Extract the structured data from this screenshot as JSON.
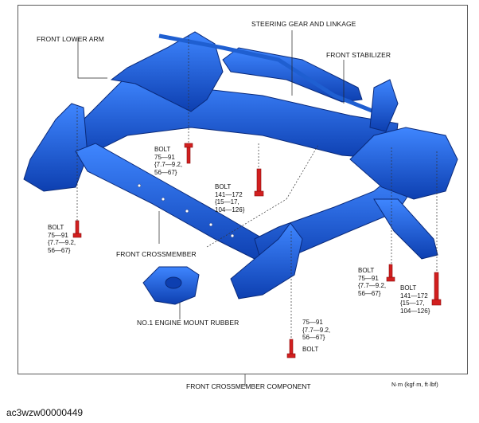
{
  "labels": {
    "front_lower_arm": "FRONT LOWER ARM",
    "steering_gear": "STEERING GEAR AND LINKAGE",
    "front_stabilizer": "FRONT STABILIZER",
    "front_crossmember": "FRONT CROSSMEMBER",
    "engine_mount": "NO.1 ENGINE MOUNT RUBBER"
  },
  "torque_specs": {
    "bolt_center": "BOLT\n75—91\n{7.7—9.2,\n56—67}",
    "bolt_mid": "BOLT\n141—172\n{15—17,\n104—126}",
    "bolt_left": "BOLT\n75—91\n{7.7—9.2,\n56—67}",
    "bolt_right_a": "BOLT\n75—91\n{7.7—9.2,\n56—67}",
    "bolt_right_b": "BOLT\n141—172\n{15—17,\n104—126}",
    "bolt_bottom_values": "75—91\n{7.7—9.2,\n56—67}",
    "bolt_bottom_label": "BOLT"
  },
  "caption": "FRONT CROSSMEMBER COMPONENT",
  "units": "N·m (kgf·m, ft·lbf)",
  "image_code": "ac3wzw00000449",
  "colors": {
    "part_blue": "#1f5fd1",
    "part_dark": "#0c2f8a",
    "bolt_red": "#d21f1f"
  }
}
